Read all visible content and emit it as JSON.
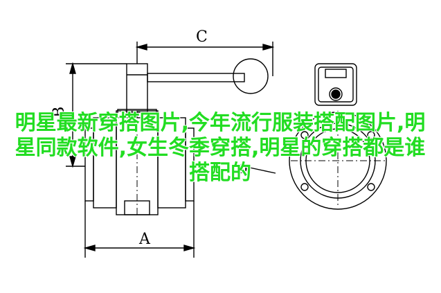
{
  "dimensions": {
    "a": "A",
    "b": "B",
    "c": "C",
    "d": "D"
  },
  "caption": {
    "text": "明星最新穿搭图片,今年流行服装搭配图片,明星同款软件,女生冬季穿搭,明星的穿搭都是谁搭配的"
  },
  "colors": {
    "line": "#000000",
    "caption": "#22dd22"
  }
}
